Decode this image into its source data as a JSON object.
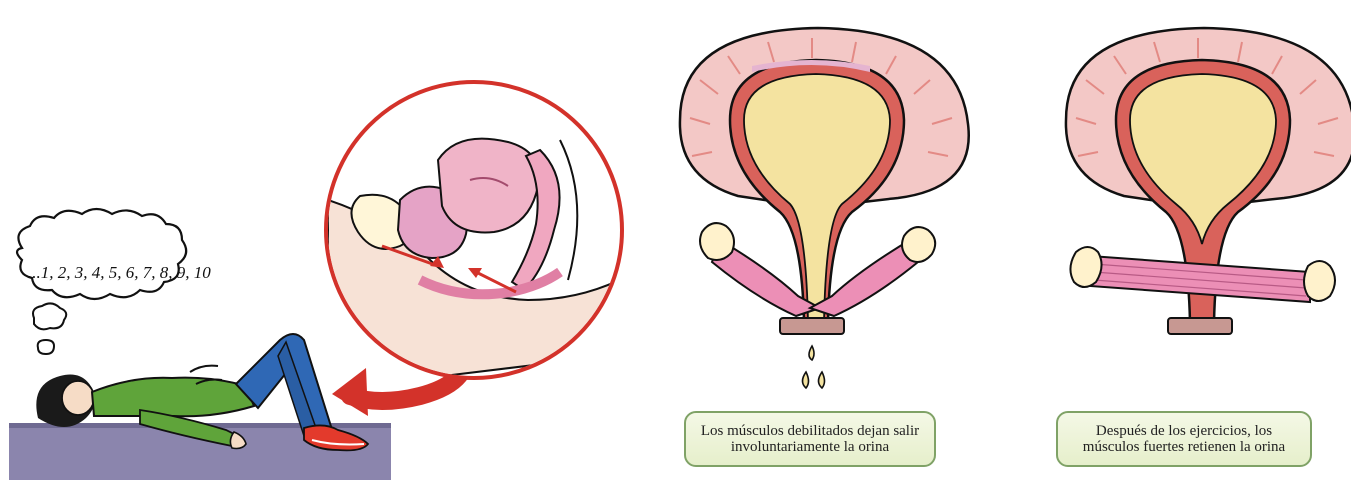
{
  "thought_bubble": {
    "counting_text": "...1, 2, 3, 4, 5, 6, 7, 8, 9, 10"
  },
  "panels": [
    {
      "id": "weakened",
      "caption": "Los músculos debilitados dejan salir involuntariamente la orina"
    },
    {
      "id": "strengthened",
      "caption": "Después de los ejercicios, los músculos fuertes retienen la orina"
    }
  ],
  "colors": {
    "floor": "#8b85ad",
    "shirt": "#5fa43a",
    "pants": "#2f68b5",
    "shoes": "#e33a2c",
    "zoom_circle": "#d3322a",
    "bladder_wall": "#d9625b",
    "bladder_outer": "#f3c8c6",
    "urine": "#f4e3a0",
    "muscle": "#ec8fb6",
    "caption_fill": "#eef4da",
    "caption_border": "#7fa266"
  }
}
